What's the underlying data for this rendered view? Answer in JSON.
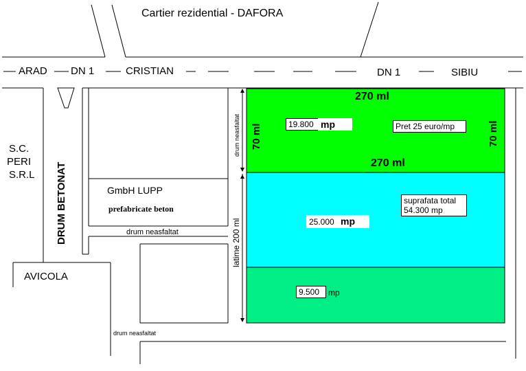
{
  "title": "Cartier rezidential -  DAFORA",
  "road": {
    "arad": "ARAD",
    "dn1_left": "DN 1",
    "cristian": "CRISTIAN",
    "dn1_right": "DN 1",
    "sibiu": "SIBIU"
  },
  "left": {
    "company_line1": "S.C.",
    "company_line2": "PERI",
    "company_line3": "S.R.L",
    "drum_betonat": "DRUM BETONAT",
    "avicola": "AVICOLA"
  },
  "middle": {
    "lupp_name": "GmbH LUPP",
    "lupp_desc": "prefabricate beton",
    "drum_neasfaltat_mid": "drum neasfaltat",
    "drum_neasfaltat_bottom": "drum neasfaltat",
    "drum_neasfaltat_vertical": "drum neasfaltat",
    "latime": "latime 200 ml"
  },
  "parcel": {
    "length_top": "270 ml",
    "length_mid": "270 ml",
    "width_left": "70 ml",
    "width_right": "70 ml",
    "zone1_area": "19.800",
    "zone1_unit": "mp",
    "price": "Pret 25 euro/mp",
    "total_label": "suprafata total",
    "total_value": "54.300 mp",
    "zone2_area": "25.000",
    "zone2_unit": "mp",
    "zone3_area": "9.500",
    "zone3_unit": "mp"
  },
  "colors": {
    "zone1": "#00ff00",
    "zone2": "#00ffff",
    "zone3": "#00ee84"
  }
}
